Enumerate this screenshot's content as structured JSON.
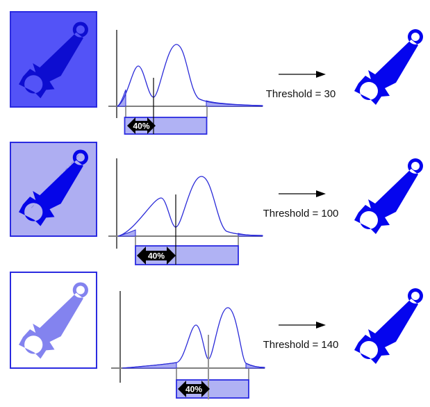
{
  "colors": {
    "square-border": "#2a2ae0",
    "square1-bg": "#5353f7",
    "square1-shape": "#0d0dd0",
    "square2-bg": "#aeaef2",
    "square2-shape": "#0505e8",
    "square3-bg": "#ffffff",
    "square3-shape": "#8383ef",
    "result-shape": "#0505ee",
    "curve-blue": "#2a2ad8",
    "fill-light-blue": "#a9abf2",
    "bar-fill": "#b0b2f4",
    "bar-border": "#2a2ae0",
    "baseline-gray": "#808080",
    "threshold3-gray": "#949494",
    "marker-black": "#000000",
    "marker-text": "#ffffff"
  },
  "rows": [
    {
      "percent_label": "40%",
      "threshold_label": "Threshold = 30",
      "threshold_value": 30
    },
    {
      "percent_label": "40%",
      "threshold_label": "Threshold = 100",
      "threshold_value": 100
    },
    {
      "percent_label": "40%",
      "threshold_label": "Threshold = 140",
      "threshold_value": 140
    }
  ]
}
